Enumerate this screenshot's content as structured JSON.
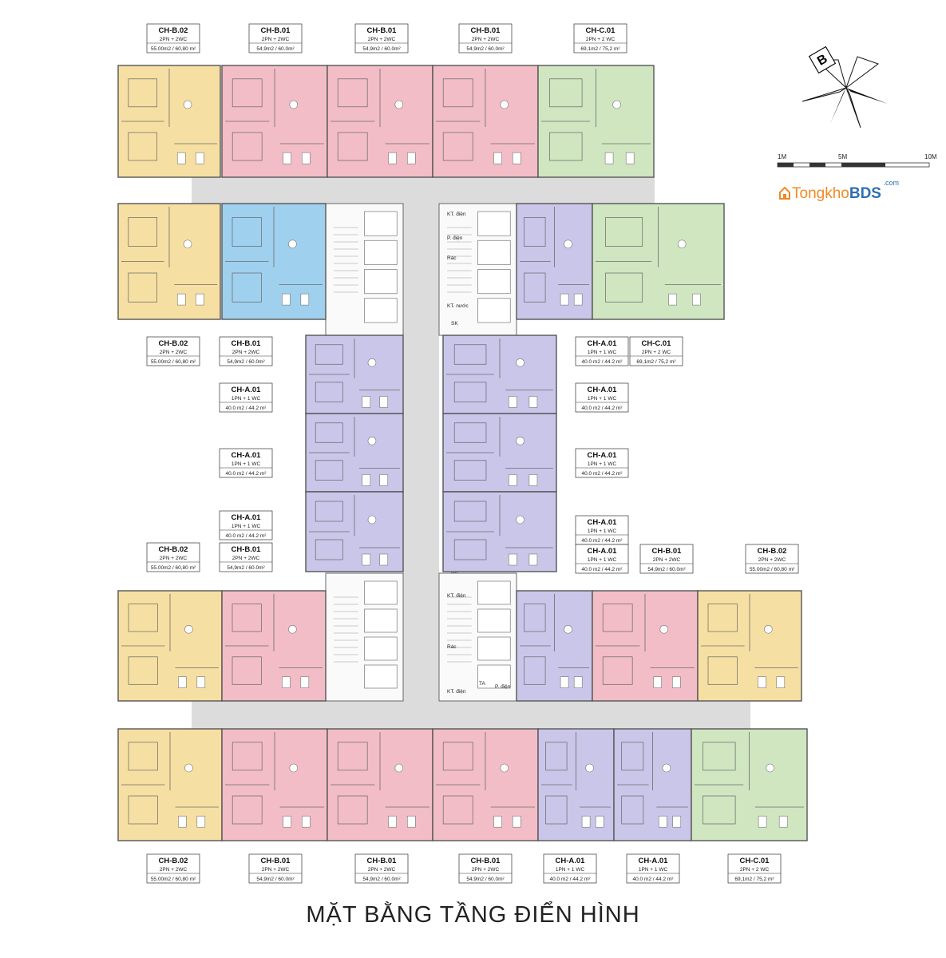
{
  "title": "MẶT BẰNG TẦNG ĐIỂN HÌNH",
  "brand": {
    "name_a": "Tongkho",
    "name_b": "BDS",
    "suffix": ".com"
  },
  "compass": {
    "letter": "B"
  },
  "scale": {
    "labels": [
      "1M",
      "5M",
      "10M"
    ]
  },
  "unit_types": {
    "A01": {
      "code": "CH-A.01",
      "rooms": "1PN + 1 WC",
      "area": "40.0 m2 / 44.2 m²"
    },
    "B01": {
      "code": "CH-B.01",
      "rooms": "2PN + 2WC",
      "area": "54,9m2 / 60.0m²"
    },
    "B02": {
      "code": "CH-B.02",
      "rooms": "2PN + 2WC",
      "area": "55.00m2 / 60,80 m²"
    },
    "C01": {
      "code": "CH-C.01",
      "rooms": "2PN + 2 WC",
      "area": "69,1m2 / 75,2 m²"
    }
  },
  "room_labels": {
    "kt_dien": "KT. điện",
    "p_dien": "P. điện",
    "rac": "Rác",
    "kt_nuoc": "KT. nước",
    "sk": "SK",
    "ta": "TA"
  },
  "colors": {
    "A01": "#c9c6e9",
    "B01": "#f2bdc6",
    "B01_blue": "#9fd0ee",
    "B02": "#f6dfa2",
    "C01": "#cfe6c1",
    "corridor": "#dcdcdc",
    "wall": "#555555"
  }
}
